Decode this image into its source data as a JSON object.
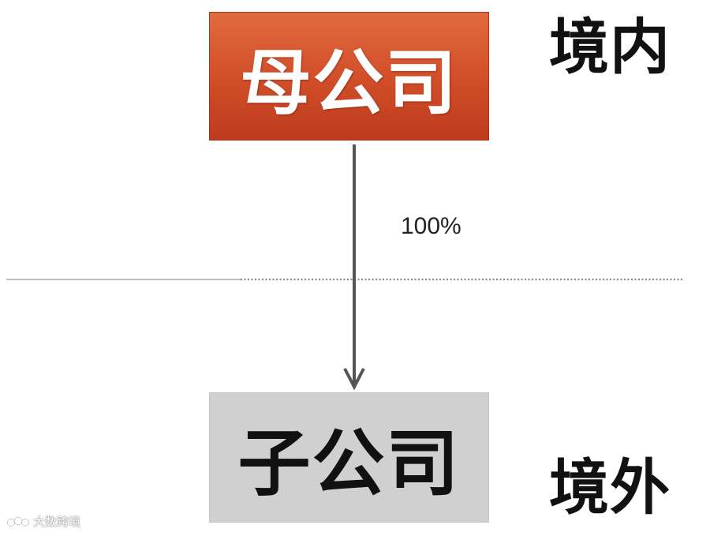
{
  "parent": {
    "label": "母公司",
    "region": "境内"
  },
  "edge": {
    "label": "100%"
  },
  "child": {
    "label": "子公司",
    "region": "境外"
  },
  "watermark": {
    "text": "大数跨境",
    "icon": "watermark-logo-icon"
  },
  "colors": {
    "parent_fill_top": "#e26a3e",
    "parent_fill_bottom": "#bd3b1d",
    "child_fill": "#d0d0d0",
    "arrow": "#555555",
    "divider": "#9a9a9a"
  }
}
